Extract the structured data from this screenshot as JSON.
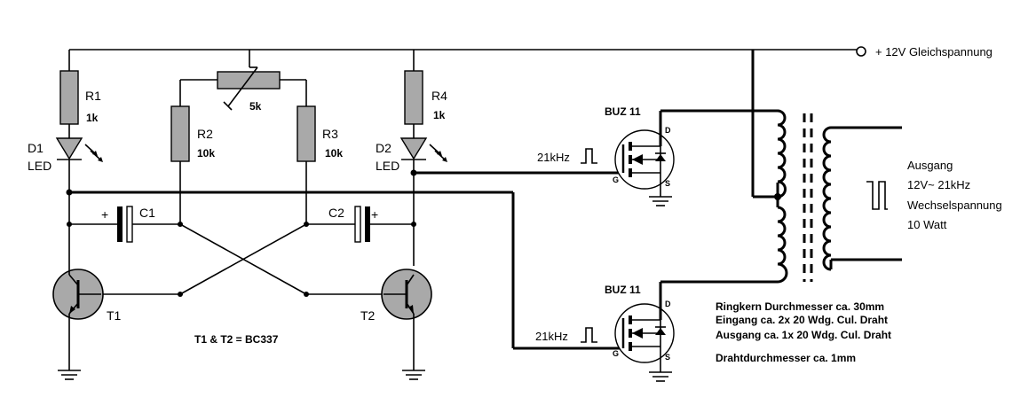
{
  "supply": {
    "label": "+ 12V  Gleichspannung"
  },
  "r1": {
    "name": "R1",
    "value": "1k"
  },
  "d1": {
    "name": "D1",
    "type": "LED"
  },
  "r2": {
    "name": "R2",
    "value": "10k"
  },
  "pot": {
    "value": "5k"
  },
  "r3": {
    "name": "R3",
    "value": "10k"
  },
  "r4": {
    "name": "R4",
    "value": "1k"
  },
  "d2": {
    "name": "D2",
    "type": "LED"
  },
  "c1": {
    "name": "C1",
    "plus": "+"
  },
  "c2": {
    "name": "C2",
    "plus": "+"
  },
  "t1": {
    "name": "T1"
  },
  "t2": {
    "name": "T2"
  },
  "transistor_note": "T1 & T2 = BC337",
  "mosfet_top": {
    "name": "BUZ 11",
    "drain": "D",
    "gate": "G",
    "source": "S",
    "freq": "21kHz"
  },
  "mosfet_bottom": {
    "name": "BUZ 11",
    "drain": "D",
    "gate": "G",
    "source": "S",
    "freq": "21kHz"
  },
  "output": {
    "line1": "Ausgang",
    "line2": "12V~  21kHz",
    "line3": "Wechselspannung",
    "line4": "10 Watt"
  },
  "notes": {
    "line1": "Ringkern  Durchmesser ca. 30mm",
    "line2": "Eingang ca. 2x 20 Wdg. Cul. Draht",
    "line3": "Ausgang ca. 1x 20 Wdg. Cul. Draht",
    "line4": "Drahtdurchmesser ca. 1mm"
  }
}
